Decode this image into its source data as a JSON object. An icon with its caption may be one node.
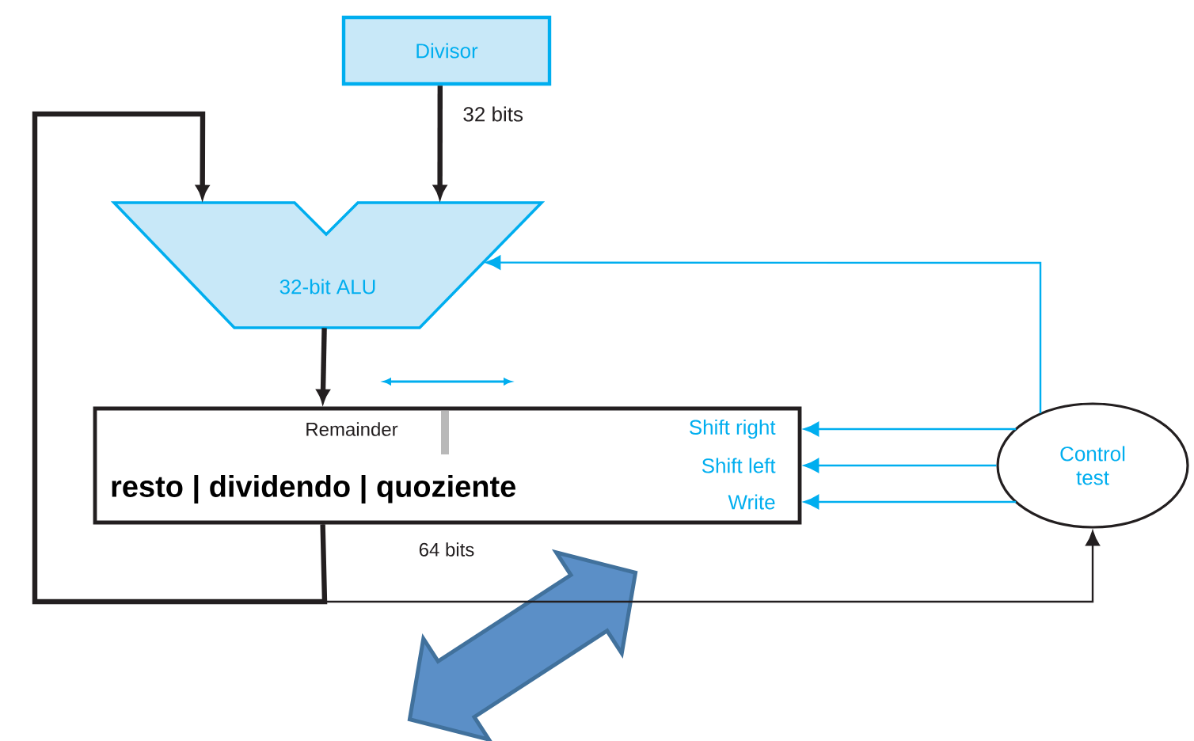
{
  "diagram": {
    "nodes": [
      {
        "text": [
          "Divisor"
        ]
      },
      {
        "text": [
          "32-bit ALU"
        ]
      },
      {
        "text": [
          "Remainder",
          "resto | dividendo | quoziente"
        ],
        "beside": [
          "64 bits"
        ]
      },
      {
        "text": [
          "Control test"
        ]
      }
    ],
    "edges": [
      {
        "from": 0,
        "to": 1,
        "arrow": "to",
        "label": "32 bits",
        "style": "thick"
      },
      {
        "from": 2,
        "to": 1,
        "arrow": "to",
        "style": "thick"
      },
      {
        "from": 1,
        "to": 2,
        "arrow": "to",
        "style": "thick"
      },
      {
        "from": 2,
        "to": 3,
        "arrow": "to"
      },
      {
        "from": 3,
        "to": 1,
        "arrow": "to",
        "color": "#00aeef"
      },
      {
        "from": 3,
        "to": 2,
        "arrow": "to",
        "label": "Shift right",
        "color": "#00aeef"
      },
      {
        "from": 3,
        "to": 2,
        "arrow": "to",
        "label": "Shift left",
        "color": "#00aeef"
      },
      {
        "from": 3,
        "to": 2,
        "arrow": "to",
        "label": "Write",
        "color": "#00aeef"
      }
    ]
  }
}
